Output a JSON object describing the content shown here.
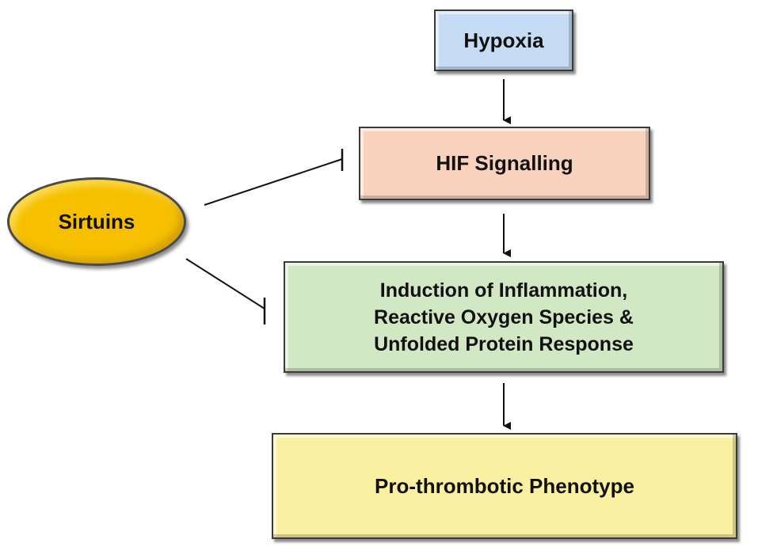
{
  "nodes": {
    "hypoxia": "Hypoxia",
    "hif_signalling": "HIF Signalling",
    "induction": [
      "Induction of Inflammation,",
      "Reactive Oxygen Species &",
      "Unfolded Protein Response"
    ],
    "pro_thrombotic": "Pro-thrombotic Phenotype",
    "sirtuins": "Sirtuins"
  },
  "edges": [
    {
      "from": "Hypoxia",
      "to": "HIF Signalling",
      "type": "activation"
    },
    {
      "from": "HIF Signalling",
      "to": "Induction of Inflammation, Reactive Oxygen Species & Unfolded Protein Response",
      "type": "activation"
    },
    {
      "from": "Induction of Inflammation, Reactive Oxygen Species & Unfolded Protein Response",
      "to": "Pro-thrombotic Phenotype",
      "type": "activation"
    },
    {
      "from": "Sirtuins",
      "to": "HIF Signalling",
      "type": "inhibition"
    },
    {
      "from": "Sirtuins",
      "to": "Induction of Inflammation, Reactive Oxygen Species & Unfolded Protein Response",
      "type": "inhibition"
    }
  ],
  "colors": {
    "hypoxia_fill": "#c6dcf4",
    "hif_fill": "#f9d2bd",
    "induction_fill": "#d2e7c4",
    "pro_thrombotic_fill": "#faf0a2",
    "sirtuins_fill": "#f6c000",
    "line": "#111111"
  }
}
